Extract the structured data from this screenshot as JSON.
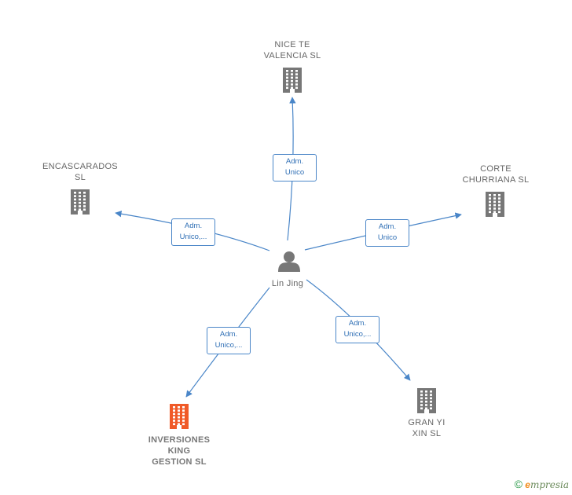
{
  "center": {
    "name": "Lin Jing"
  },
  "colors": {
    "edge": "#4a86c8",
    "building": "#777777",
    "highlight": "#f05a28",
    "person": "#777777"
  },
  "nodes": [
    {
      "id": "nice",
      "name": "NICE TE\nVALENCIA  SL",
      "highlight": false,
      "relation": "Adm.\nUnico"
    },
    {
      "id": "encascarados",
      "name": "ENCASCARADOS\nSL",
      "highlight": false,
      "relation": "Adm.\nUnico,..."
    },
    {
      "id": "corte",
      "name": "CORTE\nCHURRIANA SL",
      "highlight": false,
      "relation": "Adm.\nUnico"
    },
    {
      "id": "inversiones",
      "name": "INVERSIONES\nKING\nGESTION  SL",
      "highlight": true,
      "relation": "Adm.\nUnico,..."
    },
    {
      "id": "granyi",
      "name": "GRAN YI\nXIN  SL",
      "highlight": false,
      "relation": "Adm.\nUnico,..."
    }
  ],
  "footer": {
    "copyright": "©",
    "brand_initial": "e",
    "brand_rest": "mpresia"
  }
}
